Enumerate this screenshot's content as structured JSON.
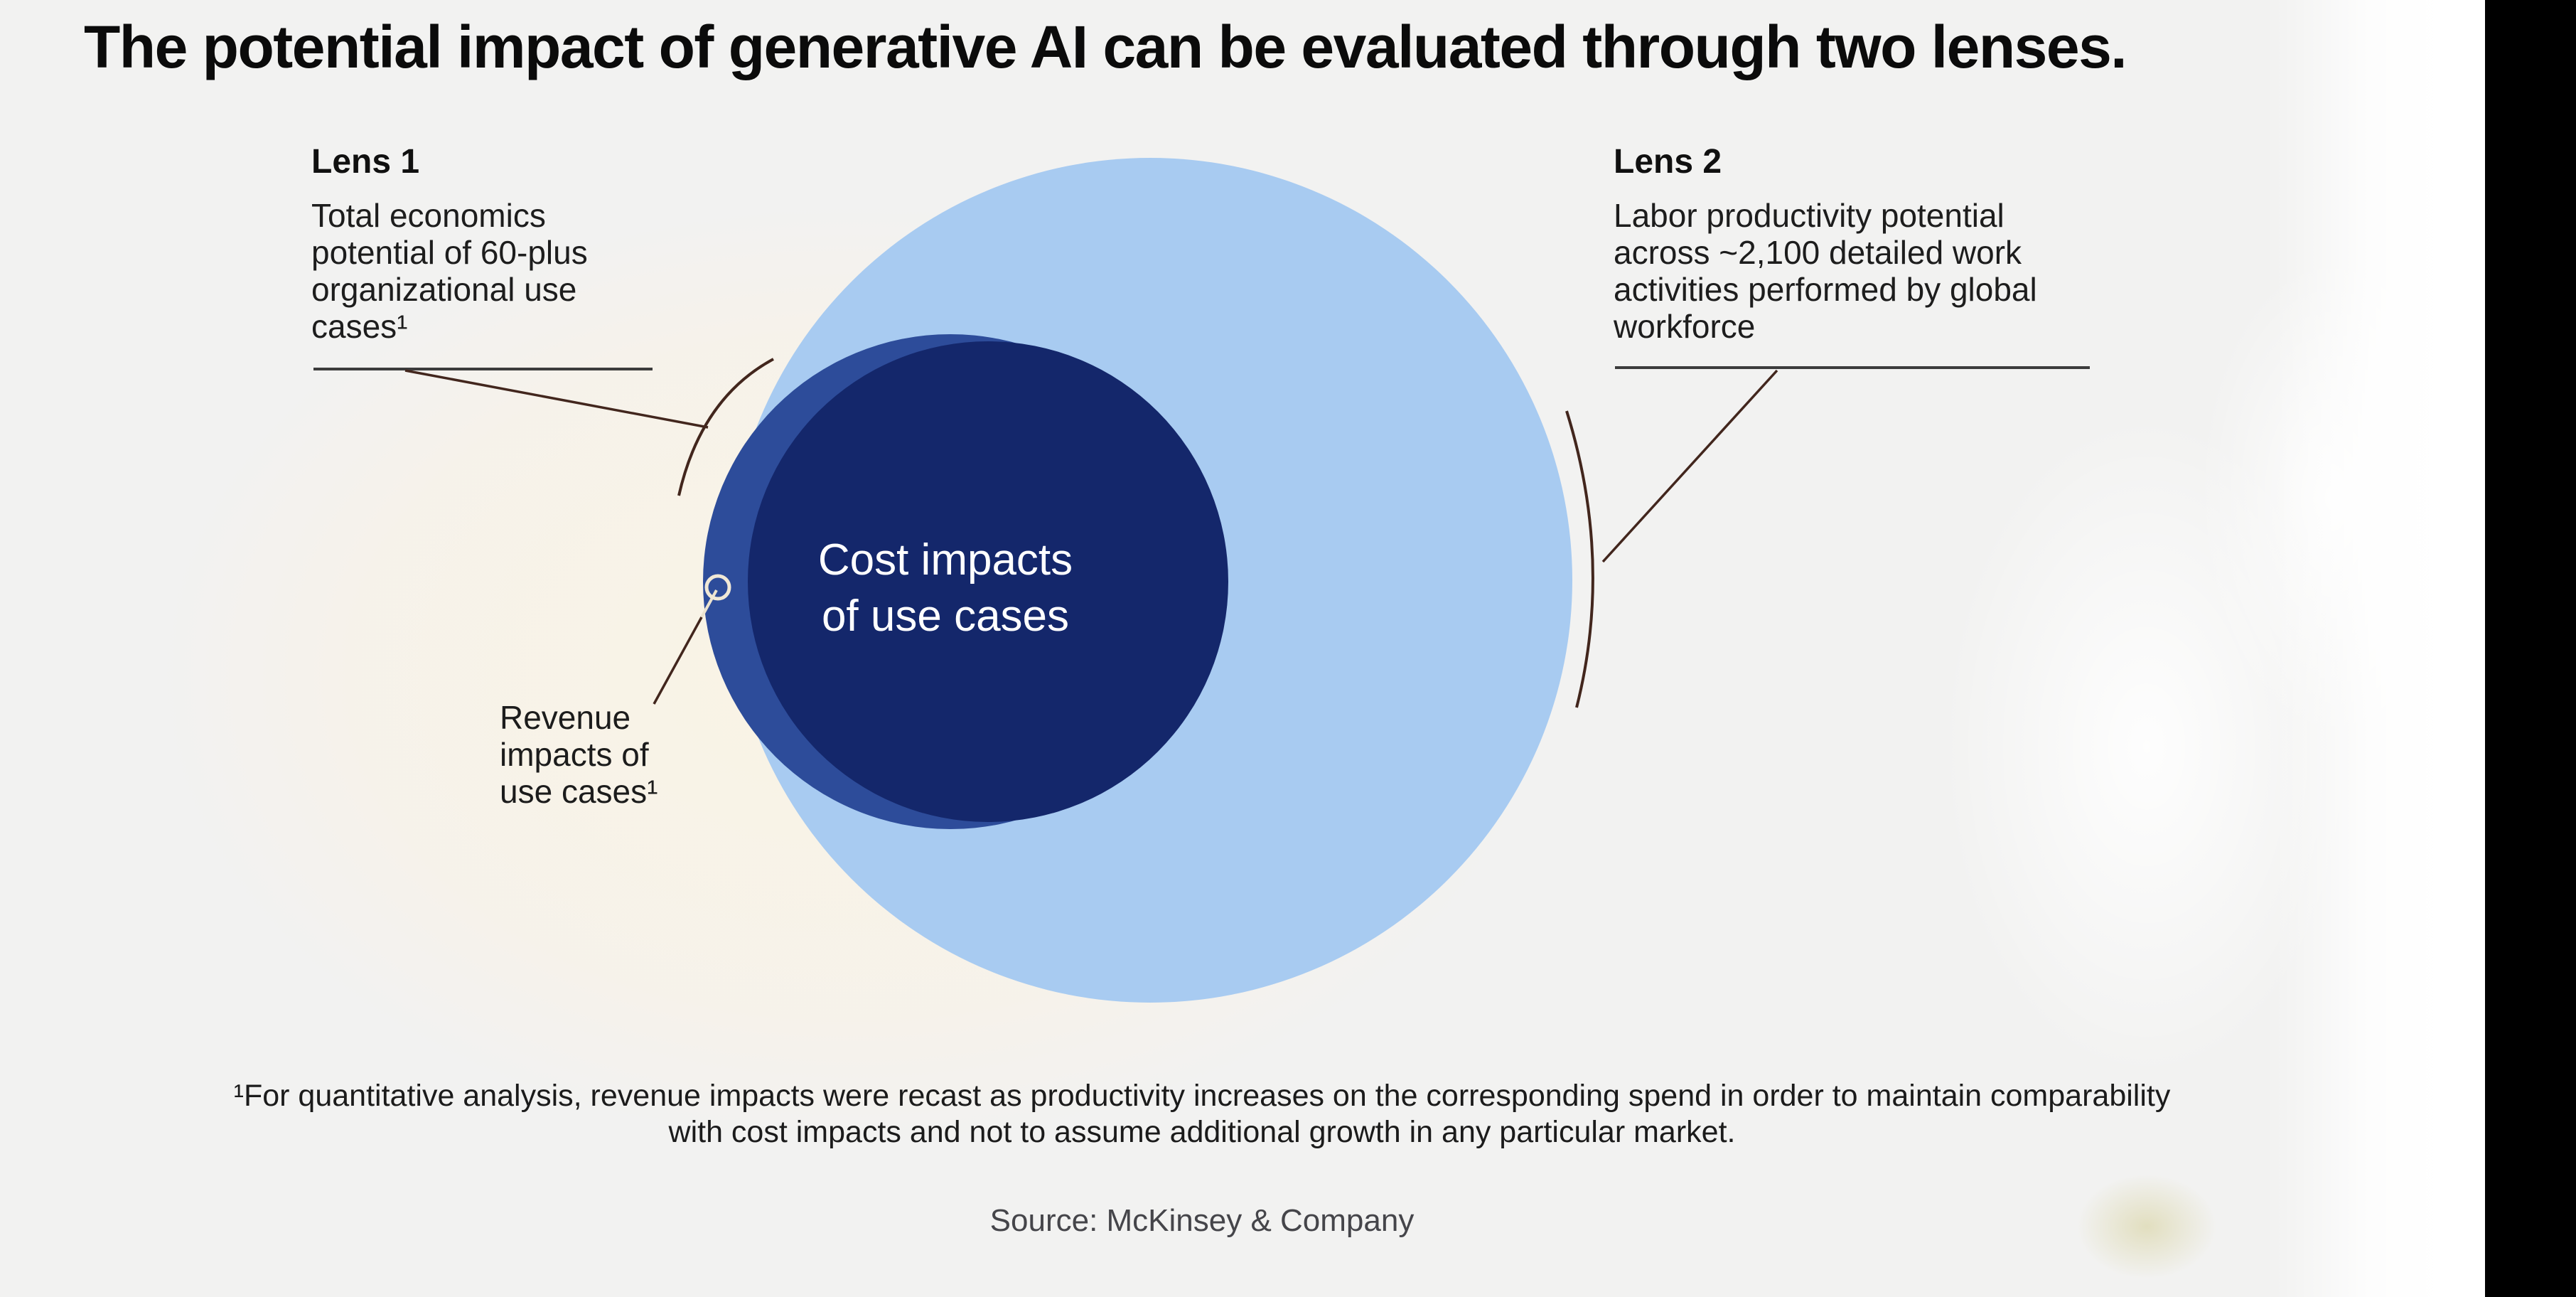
{
  "slide": {
    "title": "The potential impact of generative AI can be evaluated through two lenses.",
    "lens1": {
      "heading": "Lens 1",
      "lines": [
        "Total economics",
        "potential of 60-plus",
        "organizational use",
        "cases¹"
      ]
    },
    "lens2": {
      "heading": "Lens 2",
      "lines": [
        "Labor productivity potential",
        "across ~2,100 detailed work",
        "activities performed by global",
        "workforce"
      ]
    },
    "venn": {
      "cost_label_lines": [
        "Cost impacts",
        "of use cases"
      ],
      "revenue_label_lines": [
        "Revenue",
        "impacts of",
        "use cases¹"
      ]
    },
    "footnote_lines": [
      "¹For quantitative analysis, revenue impacts were recast as productivity increases on the corresponding spend in order to maintain comparability",
      "with cost impacts and not to assume additional growth in any particular market."
    ],
    "source": "Source: McKinsey & Company",
    "colors": {
      "background": "#f2f2f1",
      "lens2_circle": "#a8cbf1",
      "revenue_crescent": "#2d4c9a",
      "cost_circle": "#14276b",
      "leader_line": "#42261d",
      "underline": "#3c3c3c",
      "ring_marker": "#f0e8d6",
      "side_bar": "#000000"
    }
  }
}
